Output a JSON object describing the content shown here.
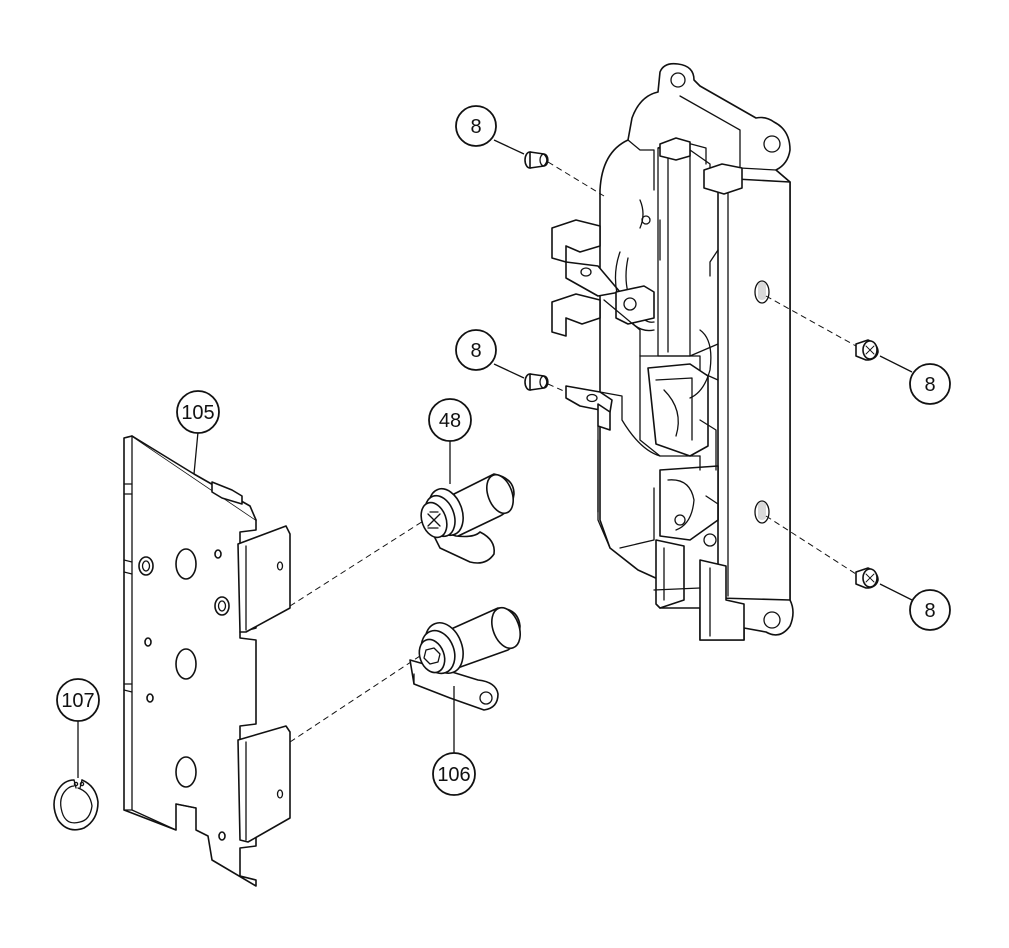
{
  "diagram": {
    "callouts": [
      {
        "id": "c8a",
        "text": "8"
      },
      {
        "id": "c8b",
        "text": "8"
      },
      {
        "id": "c8c",
        "text": "8"
      },
      {
        "id": "c8d",
        "text": "8"
      },
      {
        "id": "c105",
        "text": "105"
      },
      {
        "id": "c48",
        "text": "48"
      },
      {
        "id": "c106",
        "text": "106"
      },
      {
        "id": "c107",
        "text": "107"
      }
    ],
    "parts": [
      {
        "number": "8",
        "icon": "screw-icon"
      },
      {
        "number": "48",
        "icon": "roller-cam-icon"
      },
      {
        "number": "105",
        "icon": "mounting-plate-icon"
      },
      {
        "number": "106",
        "icon": "cam-shaft-icon"
      },
      {
        "number": "107",
        "icon": "retaining-ring-icon"
      }
    ]
  }
}
